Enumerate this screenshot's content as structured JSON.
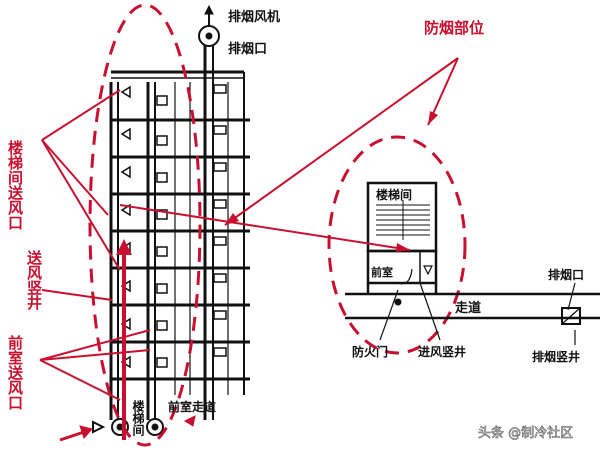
{
  "labels": {
    "exhaust_fan": "排烟风机",
    "exhaust_outlet_top": "排烟口",
    "smoke_control_area": "防烟部位",
    "stair_supply_outlet": "楼梯间送风口",
    "supply_shaft": "送风竖井",
    "anteroom_supply_outlet": "前室送风口",
    "stairwell_bottom": "楼梯间",
    "anteroom_corridor": "前室走道",
    "stairwell_plan": "楼梯间",
    "anteroom_plan": "前室",
    "corridor": "走道",
    "exhaust_outlet_right": "排烟口",
    "exhaust_shaft": "排烟竖井",
    "fire_door": "防火门",
    "intake_shaft": "进风竖井",
    "watermark": "头条 @制冷社区"
  },
  "colors": {
    "red": "#c8102e",
    "line": "#111111",
    "background": "#ffffff"
  }
}
